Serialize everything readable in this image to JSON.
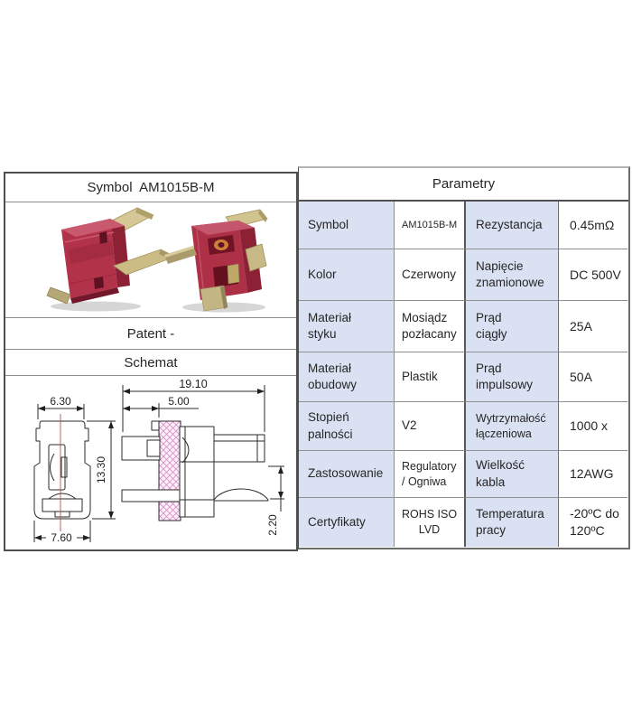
{
  "left_panel": {
    "header": "Symbol  AM1015B-M",
    "patent": "Patent -",
    "schemat": "Schemat",
    "drawing": {
      "dim_top_width": "6.30",
      "dim_height": "13.30",
      "dim_bottom_width": "7.60",
      "dim_total_length": "19.10",
      "dim_pin_length": "5.00",
      "dim_blade_thickness": "2.20"
    }
  },
  "right_panel": {
    "header": "Parametry",
    "rows": [
      {
        "label1": "Symbol",
        "value1": "AM1015B-M",
        "label2": "Rezystancja",
        "value2": "0.45mΩ"
      },
      {
        "label1": "Kolor",
        "value1": "Czerwony",
        "label2": "Napięcie\nznamionowe",
        "value2": "DC 500V"
      },
      {
        "label1": "Materiał\nstyku",
        "value1": "Mosiądz\npozłacany",
        "label2": "Prąd\nciągły",
        "value2": "25A"
      },
      {
        "label1": "Materiał\nobudowy",
        "value1": "Plastik",
        "label2": "Prąd\nimpulsowy",
        "value2": "50A"
      },
      {
        "label1": "Stopień\npalności",
        "value1": "V2",
        "label2": "Wytrzymałość\nłączeniowa",
        "value2": "1000 x"
      },
      {
        "label1": "Zastosowanie",
        "value1": "Regulatory\n/ Ogniwa",
        "label2": "Wielkość\nkabla",
        "value2": "12AWG"
      },
      {
        "label1": "Certyfikaty",
        "value1": "ROHS ISO\nLVD",
        "label2": "Temperatura\npracy",
        "value2": "-20ºC do\n120ºC"
      }
    ]
  },
  "colors": {
    "label_cell_bg": "#d9e1f2",
    "value_cell_bg": "#ffffff",
    "border_dark": "#4f4f4f",
    "border_light": "#8f8f8f",
    "connector_red": "#b23249",
    "connector_red_dark": "#8c2136",
    "connector_red_light": "#c9596f",
    "contact_gold": "#d2c48e",
    "hatch_pink": "#d98fcb",
    "centerline_red": "#b05555"
  }
}
